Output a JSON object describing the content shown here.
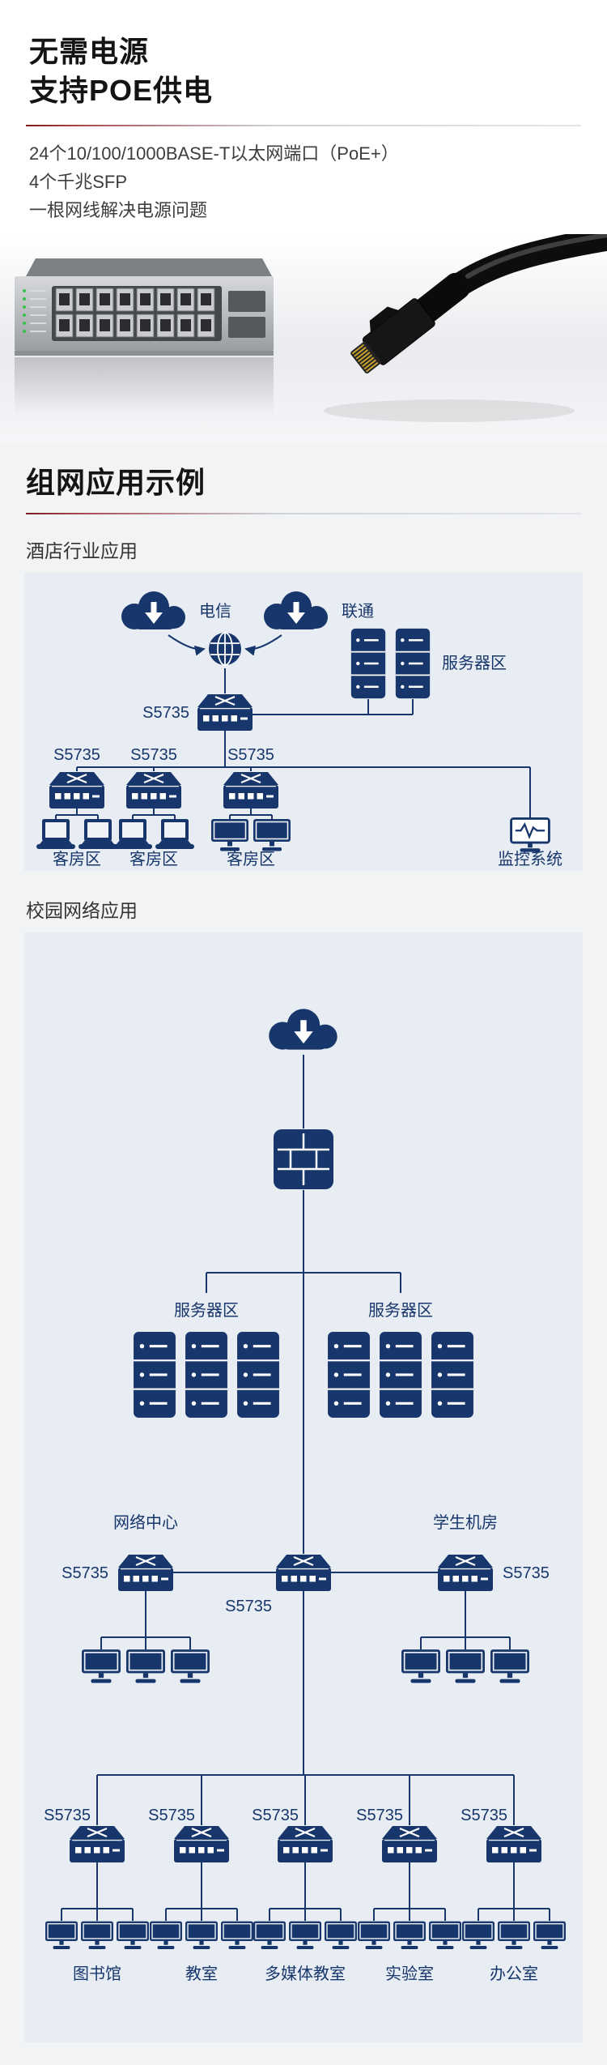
{
  "colors": {
    "accent_red": "#7c1c22",
    "navy": "#17366b",
    "diagram_bg": "#e8edf4",
    "section_bg": "#f2f3f5"
  },
  "icons": {
    "cloud": "cloud-with-down-arrow",
    "globe": "internet-globe",
    "switch": "network-switch",
    "server": "server-rack",
    "laptop": "laptop",
    "monitor": "desktop-monitor",
    "monitor_wave": "surveillance-monitor",
    "firewall": "firewall"
  },
  "hero": {
    "title_line1": "无需电源",
    "title_line2": "支持POE供电",
    "features": [
      "24个10/100/1000BASE-T以太网端口（PoE+）",
      "4个千兆SFP",
      "一根网线解决电源问题"
    ]
  },
  "examples": {
    "section_title": "组网应用示例",
    "hotel": {
      "heading": "酒店行业应用",
      "isp_left": "电信",
      "isp_right": "联通",
      "core_switch_label": "S5735",
      "server_area_label": "服务器区",
      "access_switch_labels": [
        "S5735",
        "S5735",
        "S5735"
      ],
      "group_labels": [
        "客房区",
        "客房区",
        "客房区",
        "监控系统"
      ]
    },
    "campus": {
      "heading": "校园网络应用",
      "server_area_left": "服务器区",
      "server_area_right": "服务器区",
      "network_center_label": "网络中心",
      "student_room_label": "学生机房",
      "core_left_label": "S5735",
      "core_center_label": "S5735",
      "core_right_label": "S5735",
      "access_switch_labels": [
        "S5735",
        "S5735",
        "S5735",
        "S5735",
        "S5735"
      ],
      "group_labels": [
        "图书馆",
        "教室",
        "多媒体教室",
        "实验室",
        "办公室"
      ]
    }
  }
}
